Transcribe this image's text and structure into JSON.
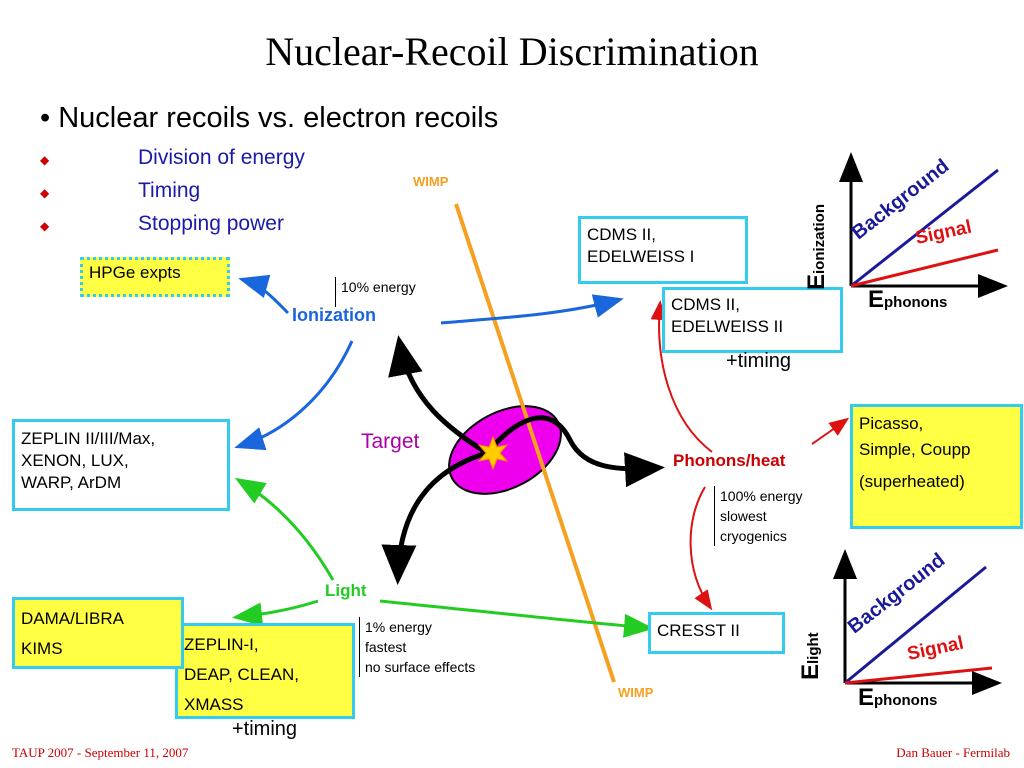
{
  "title": "Nuclear-Recoil Discrimination",
  "bullet_main": "• Nuclear recoils vs. electron recoils",
  "sub_bullets": [
    "Division of energy",
    "Timing",
    "Stopping power"
  ],
  "diagram": {
    "wimp_top": "WIMP",
    "wimp_bottom": "WIMP",
    "target": "Target",
    "ionization": "Ionization",
    "phonons": "Phonons/heat",
    "light": "Light",
    "ion_note": "10% energy",
    "phonon_note": [
      "100% energy",
      "slowest",
      "cryogenics"
    ],
    "light_note": [
      "1% energy",
      "fastest",
      "no surface effects"
    ],
    "boxes": {
      "hpge": "HPGe expts",
      "cdms1": [
        "CDMS II,",
        "EDELWEISS I"
      ],
      "cdms2": [
        "CDMS II,",
        "EDELWEISS II"
      ],
      "cdms2_timing": "+timing",
      "zeplin2": [
        "ZEPLIN II/III/Max,",
        "XENON, LUX,",
        "WARP, ArDM"
      ],
      "picasso": [
        "Picasso,",
        "Simple, Coupp",
        "(superheated)"
      ],
      "cresst": "CRESST II",
      "dama": [
        "DAMA/LIBRA",
        "KIMS"
      ],
      "zeplin1": [
        "ZEPLIN-I,",
        "DEAP, CLEAN,",
        "XMASS"
      ],
      "zeplin1_timing": "+timing"
    }
  },
  "plot_top": {
    "ylabel_main": "E",
    "ylabel_sub": "ionization",
    "xlabel_main": "E",
    "xlabel_sub": "phonons",
    "background": "Background",
    "signal": "Signal"
  },
  "plot_bottom": {
    "ylabel_main": "E",
    "ylabel_sub": "light",
    "xlabel_main": "E",
    "xlabel_sub": "phonons",
    "background": "Background",
    "signal": "Signal"
  },
  "footer_left": "TAUP 2007 - September 11, 2007",
  "footer_right": "Dan Bauer - Fermilab",
  "colors": {
    "ion_arrow": "#1a66dd",
    "light_arrow": "#22cc22",
    "phonon_arrow": "#dd1111",
    "wimp_track": "#f5a020",
    "background_line": "#1a1a99",
    "signal_line": "#dd1111",
    "box_border": "#33ccee",
    "highlight": "#ffff44"
  }
}
